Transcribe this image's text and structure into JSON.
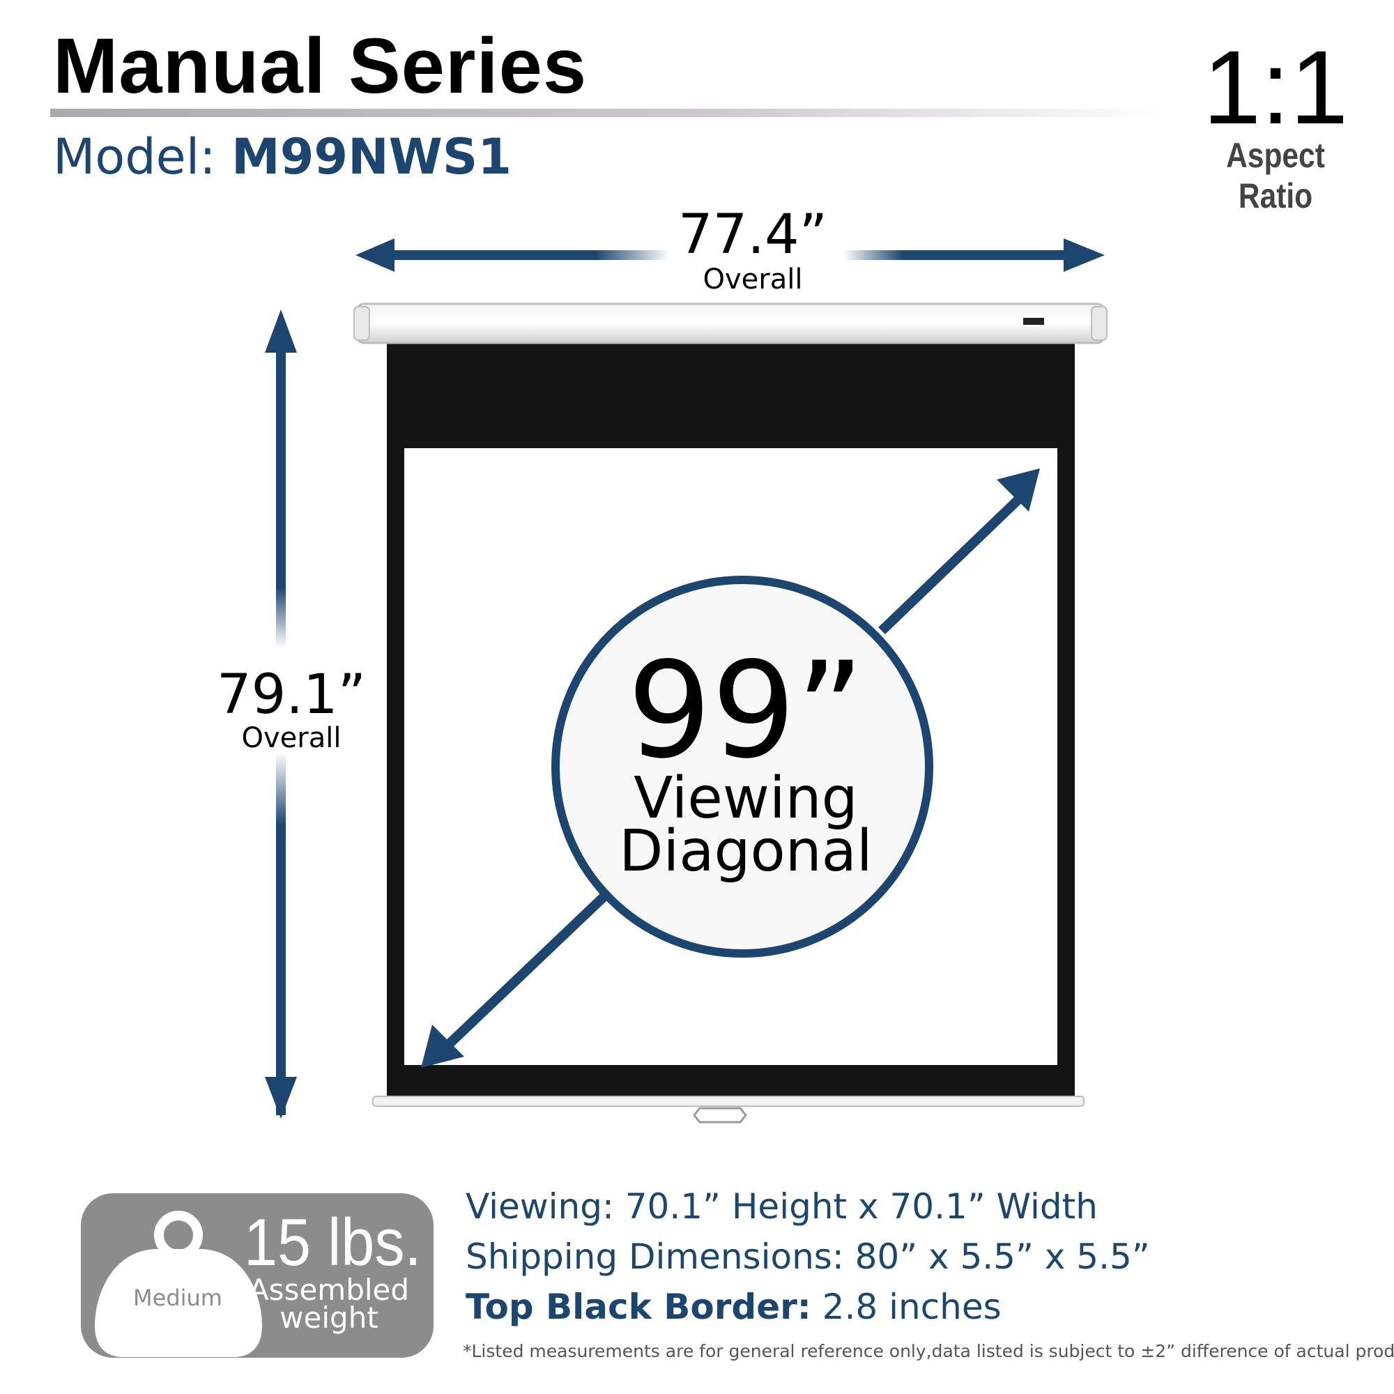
{
  "header": {
    "series_title": "Manual Series",
    "model_label": "Model:",
    "model_number": "M99NWS1",
    "aspect_ratio_value": "1:1",
    "aspect_ratio_label": "Aspect Ratio"
  },
  "dimensions": {
    "overall_width": "77.4”",
    "overall_width_label": "Overall",
    "overall_height": "79.1”",
    "overall_height_label": "Overall",
    "diagonal": "99”",
    "diagonal_label_line1": "Viewing",
    "diagonal_label_line2": "Diagonal"
  },
  "weight": {
    "value": "15 lbs.",
    "label_line1": "Assembled",
    "label_line2": "weight",
    "class": "Medium"
  },
  "specs": {
    "viewing": "Viewing: 70.1” Height x 70.1” Width",
    "shipping": "Shipping Dimensions: 80” x 5.5” x 5.5”",
    "top_border_label": "Top Black Border:",
    "top_border_value": " 2.8 inches"
  },
  "disclaimer": "*Listed measurements are for general reference only,data listed is subject to ±2” difference of actual product",
  "colors": {
    "brand_blue": "#1c4670",
    "badge_gray": "#8c8c8c",
    "screen_black": "#111111"
  }
}
